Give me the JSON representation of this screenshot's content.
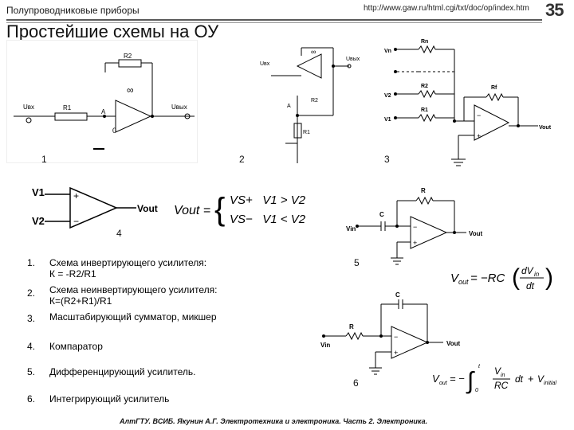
{
  "header": {
    "section": "Полупроводниковые приборы",
    "url": "http://www.gaw.ru/html.cgi/txt/doc/op/index.htm",
    "page_number": "35"
  },
  "title": "Простейшие схемы на ОУ",
  "figures": {
    "fig1": {
      "number": "1",
      "r2": "R2",
      "r1": "R1",
      "a": "A",
      "zero": "0",
      "uin": "Uвх",
      "uout": "Uвых",
      "inf": "∞"
    },
    "fig2": {
      "number": "2",
      "uin": "Uвх",
      "uout": "Uвых",
      "r1": "R1",
      "r2": "R2",
      "a": "A",
      "inf": "∞"
    },
    "fig3": {
      "number": "3",
      "rn": "Rn",
      "vn": "Vn",
      "r2": "R2",
      "v2": "V2",
      "r1": "R1",
      "v1": "V1",
      "rf": "Rf",
      "vout": "Vout"
    },
    "fig4": {
      "number": "4",
      "v1": "V1",
      "v2": "V2",
      "vout": "Vout",
      "eq_lhs": "Vout =",
      "case1": "VS+   V1 > V2",
      "case2": "VS−   V1 < V2"
    },
    "fig5": {
      "number": "5",
      "r": "R",
      "c": "C",
      "vin": "Vin",
      "vout": "Vout",
      "formula": "Vout = −RC (dVin / dt)"
    },
    "fig6": {
      "number": "6",
      "r": "R",
      "c": "C",
      "vin": "Vin",
      "vout": "Vout",
      "formula": "Vout = −∫₀ᵗ Vin/RC dt + Vinitial"
    }
  },
  "list": [
    {
      "num": "1.",
      "line1": "Схема инвертирующего усилителя:",
      "line2": "К = -R2/R1"
    },
    {
      "num": "2.",
      "line1": "Схема неинвертирующего усилителя:",
      "line2": "К=(R2+R1)/R1"
    },
    {
      "num": "3.",
      "line1": "Масштабирующий сумматор, микшер",
      "line2": ""
    },
    {
      "num": "4.",
      "line1": "Компаратор",
      "line2": ""
    },
    {
      "num": "5.",
      "line1": "Дифференцирующий усилитель.",
      "line2": ""
    },
    {
      "num": "6.",
      "line1": "Интегрирующий усилитель",
      "line2": ""
    }
  ],
  "footer": "АлтГТУ. ВСИБ. Якунин А.Г. Электротехника и электроника. Часть 2. Электроника."
}
